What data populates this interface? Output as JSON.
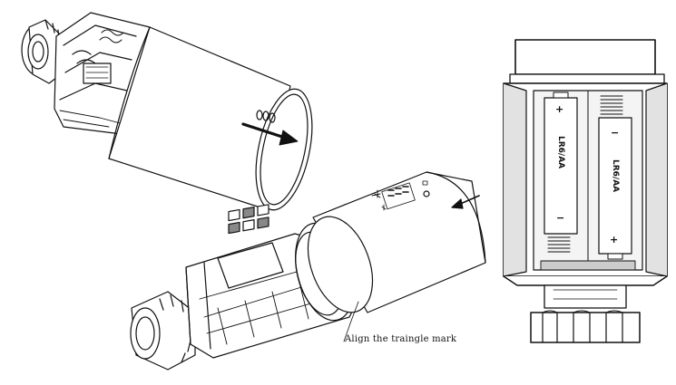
{
  "callout": {
    "text": "Align the traingle mark"
  },
  "batteries": [
    {
      "label": "LR6/AA",
      "plus": "+",
      "minus": "−"
    },
    {
      "label": "LR6/AA",
      "plus": "+",
      "minus": "−"
    }
  ],
  "colors": {
    "stroke": "#111111",
    "shade": "#d8d8d8",
    "dark": "#6a6a6a"
  }
}
